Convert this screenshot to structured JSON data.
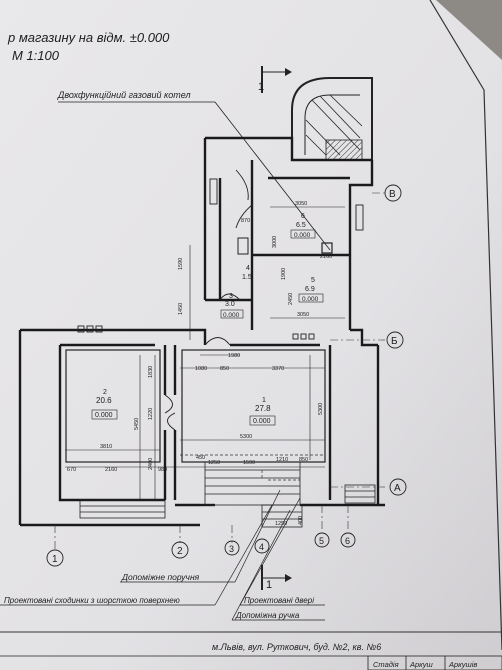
{
  "title": {
    "line1": "р магазину на відм. ±0.000",
    "line2": "М 1:100"
  },
  "annotations": {
    "boiler": "Двохфункційний газовий котел",
    "handrails": "Допоміжне поручня",
    "stairs": "Проектовані сходинки з шорсткою поверхнею",
    "doors": "Проектовані двері",
    "handle": "Допоміжна ручка"
  },
  "section_mark": "1",
  "axes": {
    "columns": [
      "1",
      "2",
      "3",
      "4",
      "5",
      "6"
    ],
    "rows": [
      "В",
      "Б",
      "А"
    ]
  },
  "rooms": [
    {
      "number": "1",
      "area": "27.8",
      "level": "0.000"
    },
    {
      "number": "2",
      "area": "20.6",
      "level": "0.000"
    },
    {
      "number": "3",
      "area": "3.0",
      "level": "0.000"
    },
    {
      "number": "4",
      "area": "1.5",
      "level": ""
    },
    {
      "number": "5",
      "area": "6.9",
      "level": "0.000"
    },
    {
      "number": "6",
      "area": "6.5",
      "level": "0.000"
    }
  ],
  "dimensions": {
    "d3050a": "3050",
    "d3050b": "3050",
    "d870": "870",
    "d3000": "3000",
    "d2160a": "2160",
    "d1900": "1900",
    "d1590": "1590",
    "d1450": "1450",
    "d2450": "2450",
    "d1980": "1980",
    "d1080": "1080",
    "d850a": "850",
    "d3370": "3370",
    "d1830": "1830",
    "d1220": "1220",
    "d5450": "5450",
    "d5300a": "5300",
    "d5300b": "5300",
    "d3810": "3810",
    "d670": "670",
    "d2160b": "2160",
    "d2400": "2400",
    "d980": "980",
    "d450": "450",
    "d1250": "1250",
    "d1590b": "1590",
    "d1210": "1210",
    "d850b": "850",
    "d1250b": "1250",
    "d400": "400"
  },
  "title_block": {
    "address": "м.Львів, вул. Руткович, буд. №2, кв. №6",
    "col1": "Стадія",
    "col2": "Аркуш",
    "col3": "Аркушів"
  }
}
